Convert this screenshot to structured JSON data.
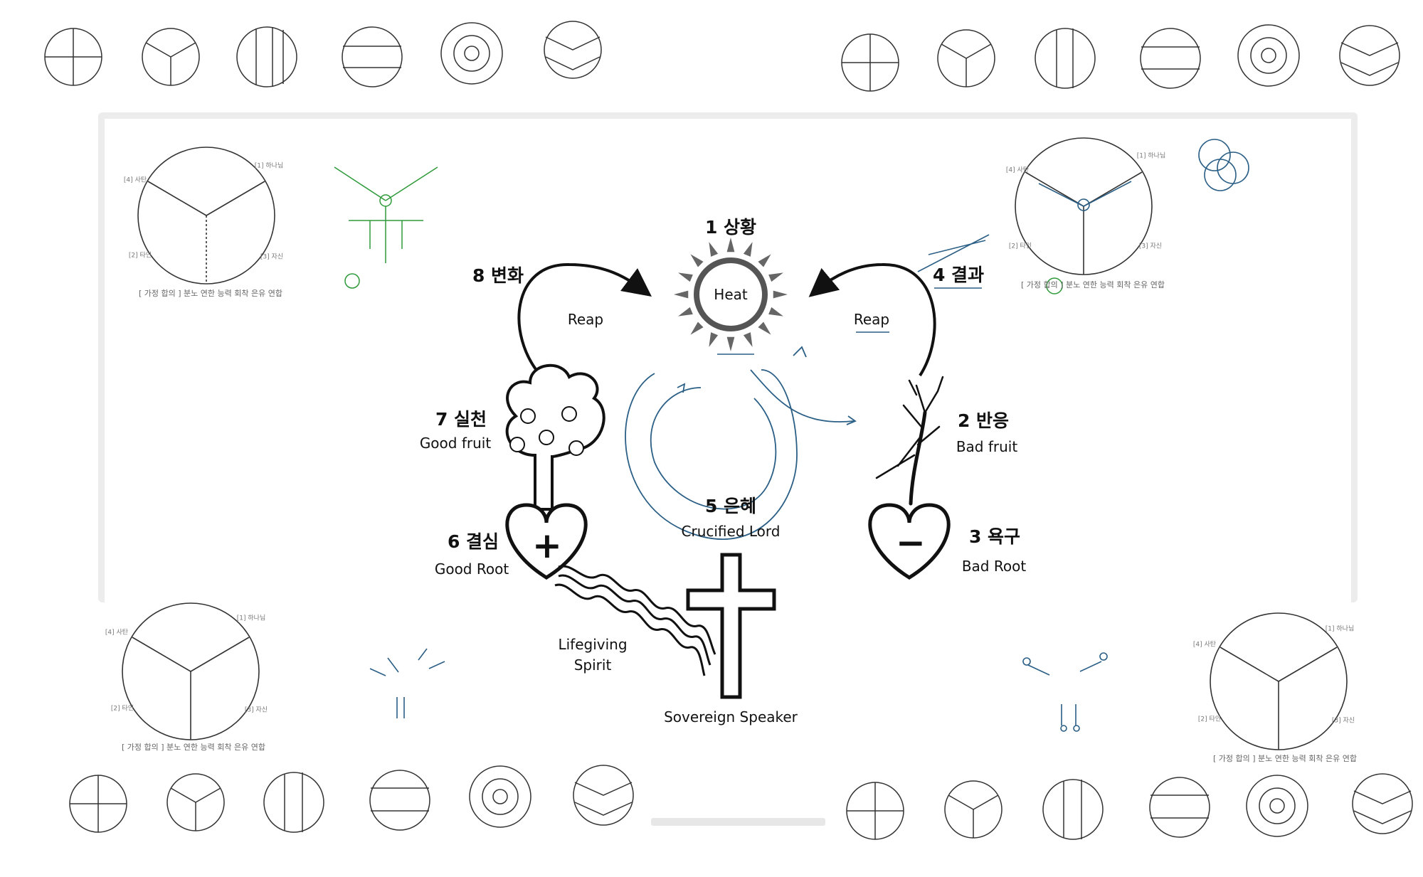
{
  "colors": {
    "ink": "#111111",
    "sun": "#555555",
    "blue_sketch": "#2b5f86",
    "green_sketch": "#2e9a3a"
  },
  "nodes": {
    "n1": {
      "num": "1 상황",
      "label": "Heat"
    },
    "n2": {
      "num": "2 반응",
      "label": "Bad fruit"
    },
    "n3": {
      "num": "3 욕구",
      "label": "Bad Root"
    },
    "n4": {
      "num": "4 결과"
    },
    "n5": {
      "num": "5 은혜",
      "label": "Crucified Lord"
    },
    "n6": {
      "num": "6 결심",
      "label": "Good Root"
    },
    "n7": {
      "num": "7 실천",
      "label": "Good fruit"
    },
    "n8": {
      "num": "8 변화"
    }
  },
  "arrows": {
    "left": "Reap",
    "right": "Reap"
  },
  "spirit": {
    "line1": "Lifegiving",
    "line2": "Spirit"
  },
  "speaker": "Sovereign Speaker",
  "symbols": {
    "plus": "+",
    "minus": "−"
  },
  "captions": {
    "c1": "[ 가정 합의 ] 분노 연한 능력 회착 은유 연합",
    "c2": "[ 가정 합의 ] 분노 연한 능력 회착 은유 연합",
    "c3": "[ 가정 합의 ] 분노 연한 능력 회착 은유 연합",
    "c4": "[ 가정 합의 ] 분노 연한 능력 회착 은유 연합"
  },
  "side_labels": {
    "a": "[1] 하나님",
    "b": "[4] 사탄",
    "c": "[2] 타인",
    "d": "[3] 자신"
  }
}
